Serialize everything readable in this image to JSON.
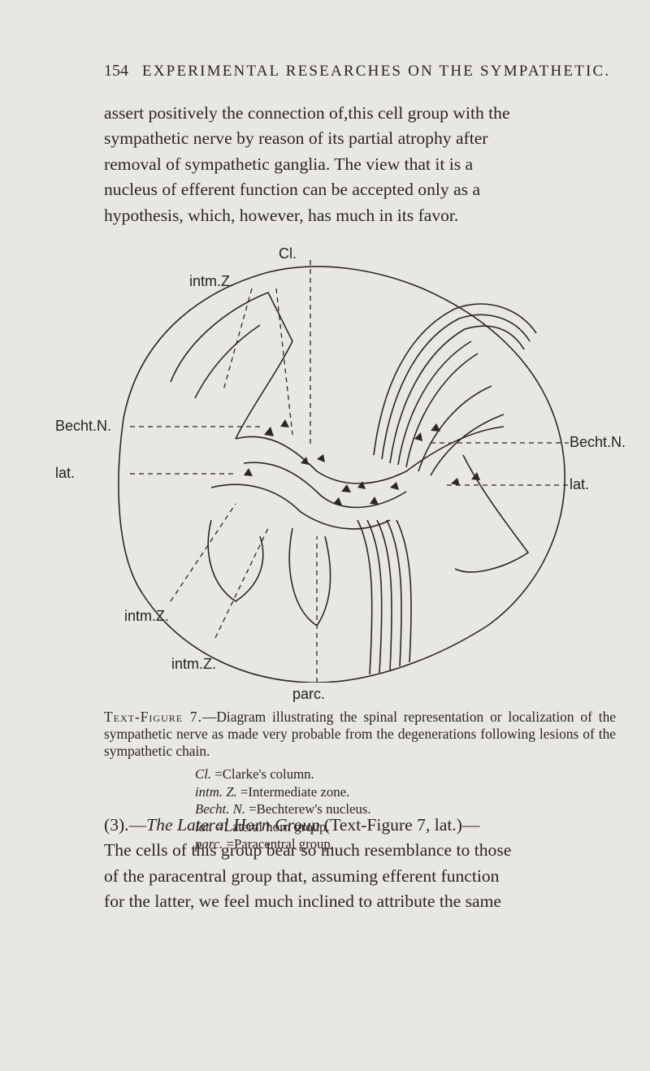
{
  "header": {
    "page_number": "154",
    "running_title": "EXPERIMENTAL RESEARCHES ON THE SYMPATHETIC."
  },
  "paragraph1": {
    "lines": [
      "assert positively the connection of,this cell group with the",
      "sympathetic nerve by reason of its partial atrophy after",
      "removal of sympathetic ganglia. The view that it is a",
      "nucleus of efferent function can be accepted only as a",
      "hypothesis, which, however, has much in its favor."
    ]
  },
  "figure": {
    "labels": {
      "cl": "Cl.",
      "intm_top": "intm.Z.",
      "becht_left": "Becht.N.",
      "lat_left": "lat.",
      "becht_right": "Becht.N.",
      "lat_right": "lat.",
      "intm_left": "intm.Z.",
      "intm_bottom": "intm.Z.",
      "parc": "parc."
    }
  },
  "caption": {
    "lead": "Text-Figure 7.",
    "text": "—Diagram illustrating the spinal representation or localization of the sympathetic nerve as made very probable from the degenerations following lesions of the sympathetic chain.",
    "legend": [
      {
        "abbr": "Cl.",
        "meaning": "=Clarke's column."
      },
      {
        "abbr": "intm. Z.",
        "meaning": "=Intermediate zone."
      },
      {
        "abbr": "Becht. N.",
        "meaning": "=Bechterew's nucleus."
      },
      {
        "abbr": "lat.",
        "meaning": "=Lateral horn group."
      },
      {
        "abbr": "parc.",
        "meaning": "=Paracentral group."
      }
    ]
  },
  "paragraph2": {
    "number": "(3).—",
    "title": "The Lateral Horn Group",
    "line1_rest": " (Text-Figure 7, lat.)—",
    "lines": [
      "The cells of this group bear so much resemblance to those",
      "of the paracentral group that, assuming efferent function",
      "for the latter, we feel much inclined to attribute the same"
    ]
  }
}
